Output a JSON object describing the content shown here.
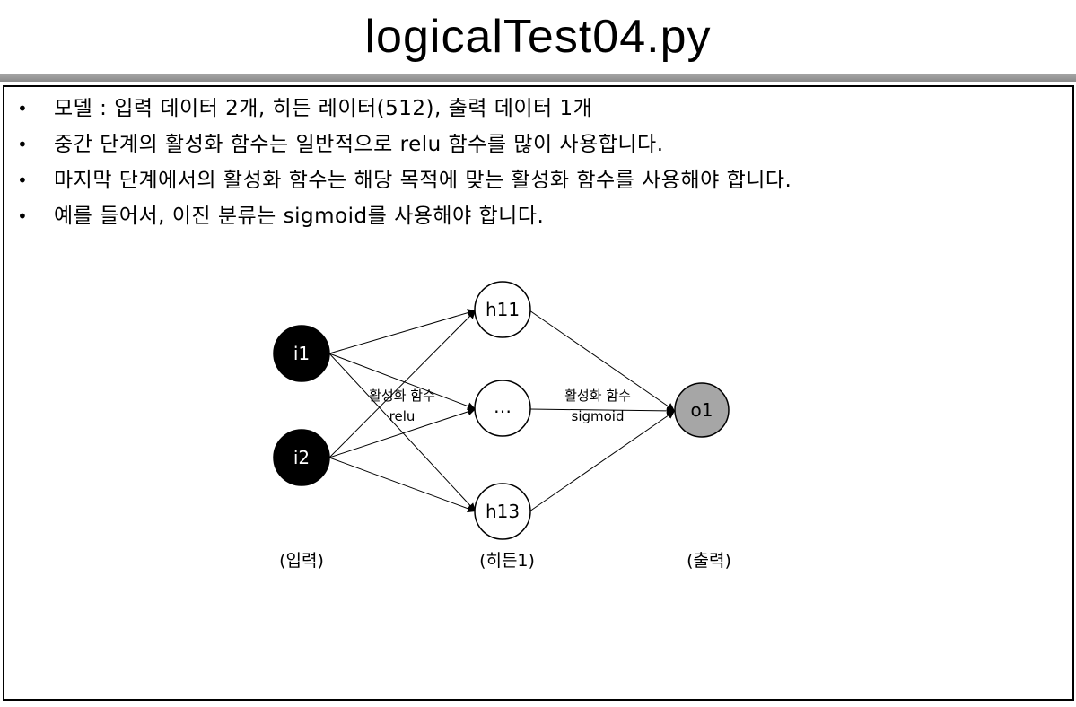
{
  "title": "logicalTest04.py",
  "bullets": [
    "모델 : 입력 데이터 2개, 히든 레이터(512), 출력 데이터 1개",
    "중간 단계의 활성화 함수는 일반적으로 relu 함수를 많이 사용합니다.",
    "마지막 단계에서의 활성화 함수는 해당 목적에 맞는 활성화 함수를 사용해야 합니다.",
    "예를 들어서, 이진 분류는 sigmoid를 사용해야 합니다."
  ],
  "bullet_symbol": "•",
  "diagram": {
    "nodes": {
      "i1": "i1",
      "i2": "i2",
      "h11": "h11",
      "hmid": "…",
      "h13": "h13",
      "o1": "o1"
    },
    "edge_labels": {
      "hidden_activation_title": "활성화 함수",
      "hidden_activation": "relu",
      "output_activation_title": "활성화 함수",
      "output_activation": "sigmoid"
    },
    "column_labels": {
      "input": "(입력)",
      "hidden": "(히든1)",
      "output": "(출력)"
    },
    "colors": {
      "input_fill": "#000000",
      "hidden_fill": "#ffffff",
      "output_fill": "#a6a6a6"
    }
  }
}
